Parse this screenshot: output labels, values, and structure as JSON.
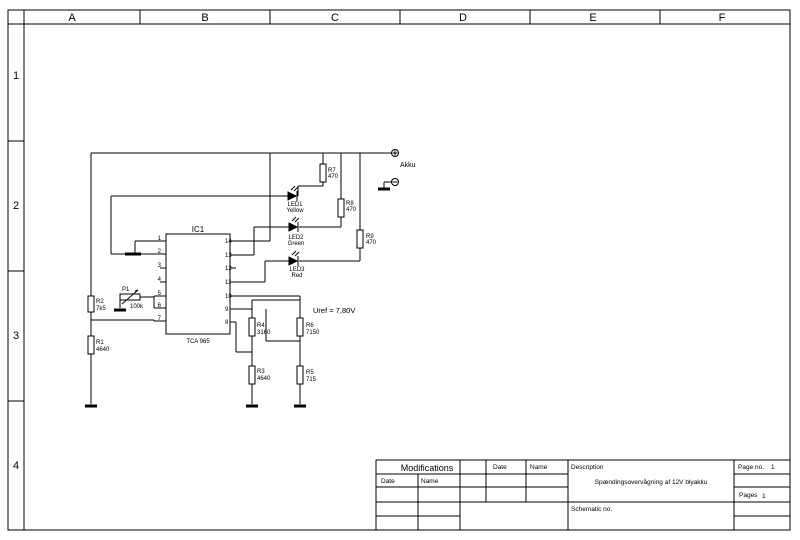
{
  "frame": {
    "columns": [
      "A",
      "B",
      "C",
      "D",
      "E",
      "F"
    ],
    "rows": [
      "1",
      "2",
      "3",
      "4"
    ]
  },
  "circuit": {
    "ic": {
      "ref": "IC1",
      "part": "TCA 965",
      "pins": [
        "1",
        "2",
        "3",
        "4",
        "5",
        "6",
        "7",
        "8",
        "9",
        "10",
        "11",
        "12",
        "13",
        "14"
      ]
    },
    "supply": {
      "label": "Akku",
      "plus": "+",
      "minus": "−"
    },
    "resistors": [
      {
        "ref": "R1",
        "value": "4640"
      },
      {
        "ref": "R2",
        "value": "7k5"
      },
      {
        "ref": "R3",
        "value": "4640"
      },
      {
        "ref": "R4",
        "value": "3160"
      },
      {
        "ref": "R5",
        "value": "715"
      },
      {
        "ref": "R6",
        "value": "7150"
      },
      {
        "ref": "R7",
        "value": "470"
      },
      {
        "ref": "R8",
        "value": "470"
      },
      {
        "ref": "R9",
        "value": "470"
      }
    ],
    "pot": {
      "ref": "P1",
      "value": "100k"
    },
    "leds": [
      {
        "ref": "LED1",
        "color": "Yellow"
      },
      {
        "ref": "LED2",
        "color": "Green"
      },
      {
        "ref": "LED3",
        "color": "Red"
      }
    ],
    "uref": "Uref = 7,80V"
  },
  "title_block": {
    "modifications": "Modifications",
    "date": "Date",
    "name": "Name",
    "date2": "Date",
    "name2": "Name",
    "description_label": "Description",
    "description": "Spændingsovervågning af 12V blyakku",
    "page_no_label": "Page no.",
    "page_no": "1",
    "pages_label": "Pages",
    "pages": "1",
    "schematic_no_label": "Schematic no."
  }
}
